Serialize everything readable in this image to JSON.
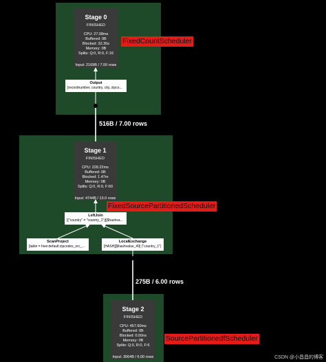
{
  "stages": [
    {
      "title": "Stage 0",
      "state": "FINISHED",
      "stats": [
        "CPU: 27.08ms",
        "Buffered: 0B",
        "Blocked: 32.30s",
        "Memory: 0B",
        "Splits: Q:0, R:0, F:16"
      ],
      "input": "Input: 2169B / 7.00 rows",
      "scheduler": "FixedCountScheduler"
    },
    {
      "title": "Stage 1",
      "state": "FINISHED",
      "stats": [
        "CPU: 228.22ms",
        "Buffered: 0B",
        "Blocked: 1.47m",
        "Memory: 0B",
        "Splits: Q:0, R:0, F:60"
      ],
      "input": "Input: 4744B / 13.0 rows",
      "scheduler": "FixedSourcePartitionedScheduler"
    },
    {
      "title": "Stage 2",
      "state": "FINISHED",
      "stats": [
        "CPU: 457.60ms",
        "Buffered: 0B",
        "Blocked: 0.00ns",
        "Memory: 0B",
        "Splits: Q:0, R:0, F:6"
      ],
      "input": "Input: 3064B / 6.00 rows",
      "scheduler": "SourcePartitionedfScheduler"
    }
  ],
  "operators": {
    "output": {
      "name": "Output",
      "detail": "[recordnumber, country, city, zipco..."
    },
    "leftjoin": {
      "name": "LeftJoin",
      "detail": "[(\"country\" = \"country_1\")][$hashva..."
    },
    "scanproject": {
      "name": "ScanProject",
      "detail": "[table = hive:default:zipcodes_orc_..."
    },
    "localexchange": {
      "name": "LocalExchange",
      "detail": "[HASH][$hashvalue_49] (\"country_1\")"
    }
  },
  "edges": [
    {
      "label": "516B / 7.00 rows"
    },
    {
      "label": "275B / 6.00 rows"
    }
  ],
  "watermark": "CSDN @小昌昌的博客",
  "colors": {
    "background": "#000000",
    "stage_panel": "#1f4a2a",
    "stage_card": "#3a3a3a",
    "label_highlight": "#e21b1b",
    "connector": "#ffffff"
  }
}
